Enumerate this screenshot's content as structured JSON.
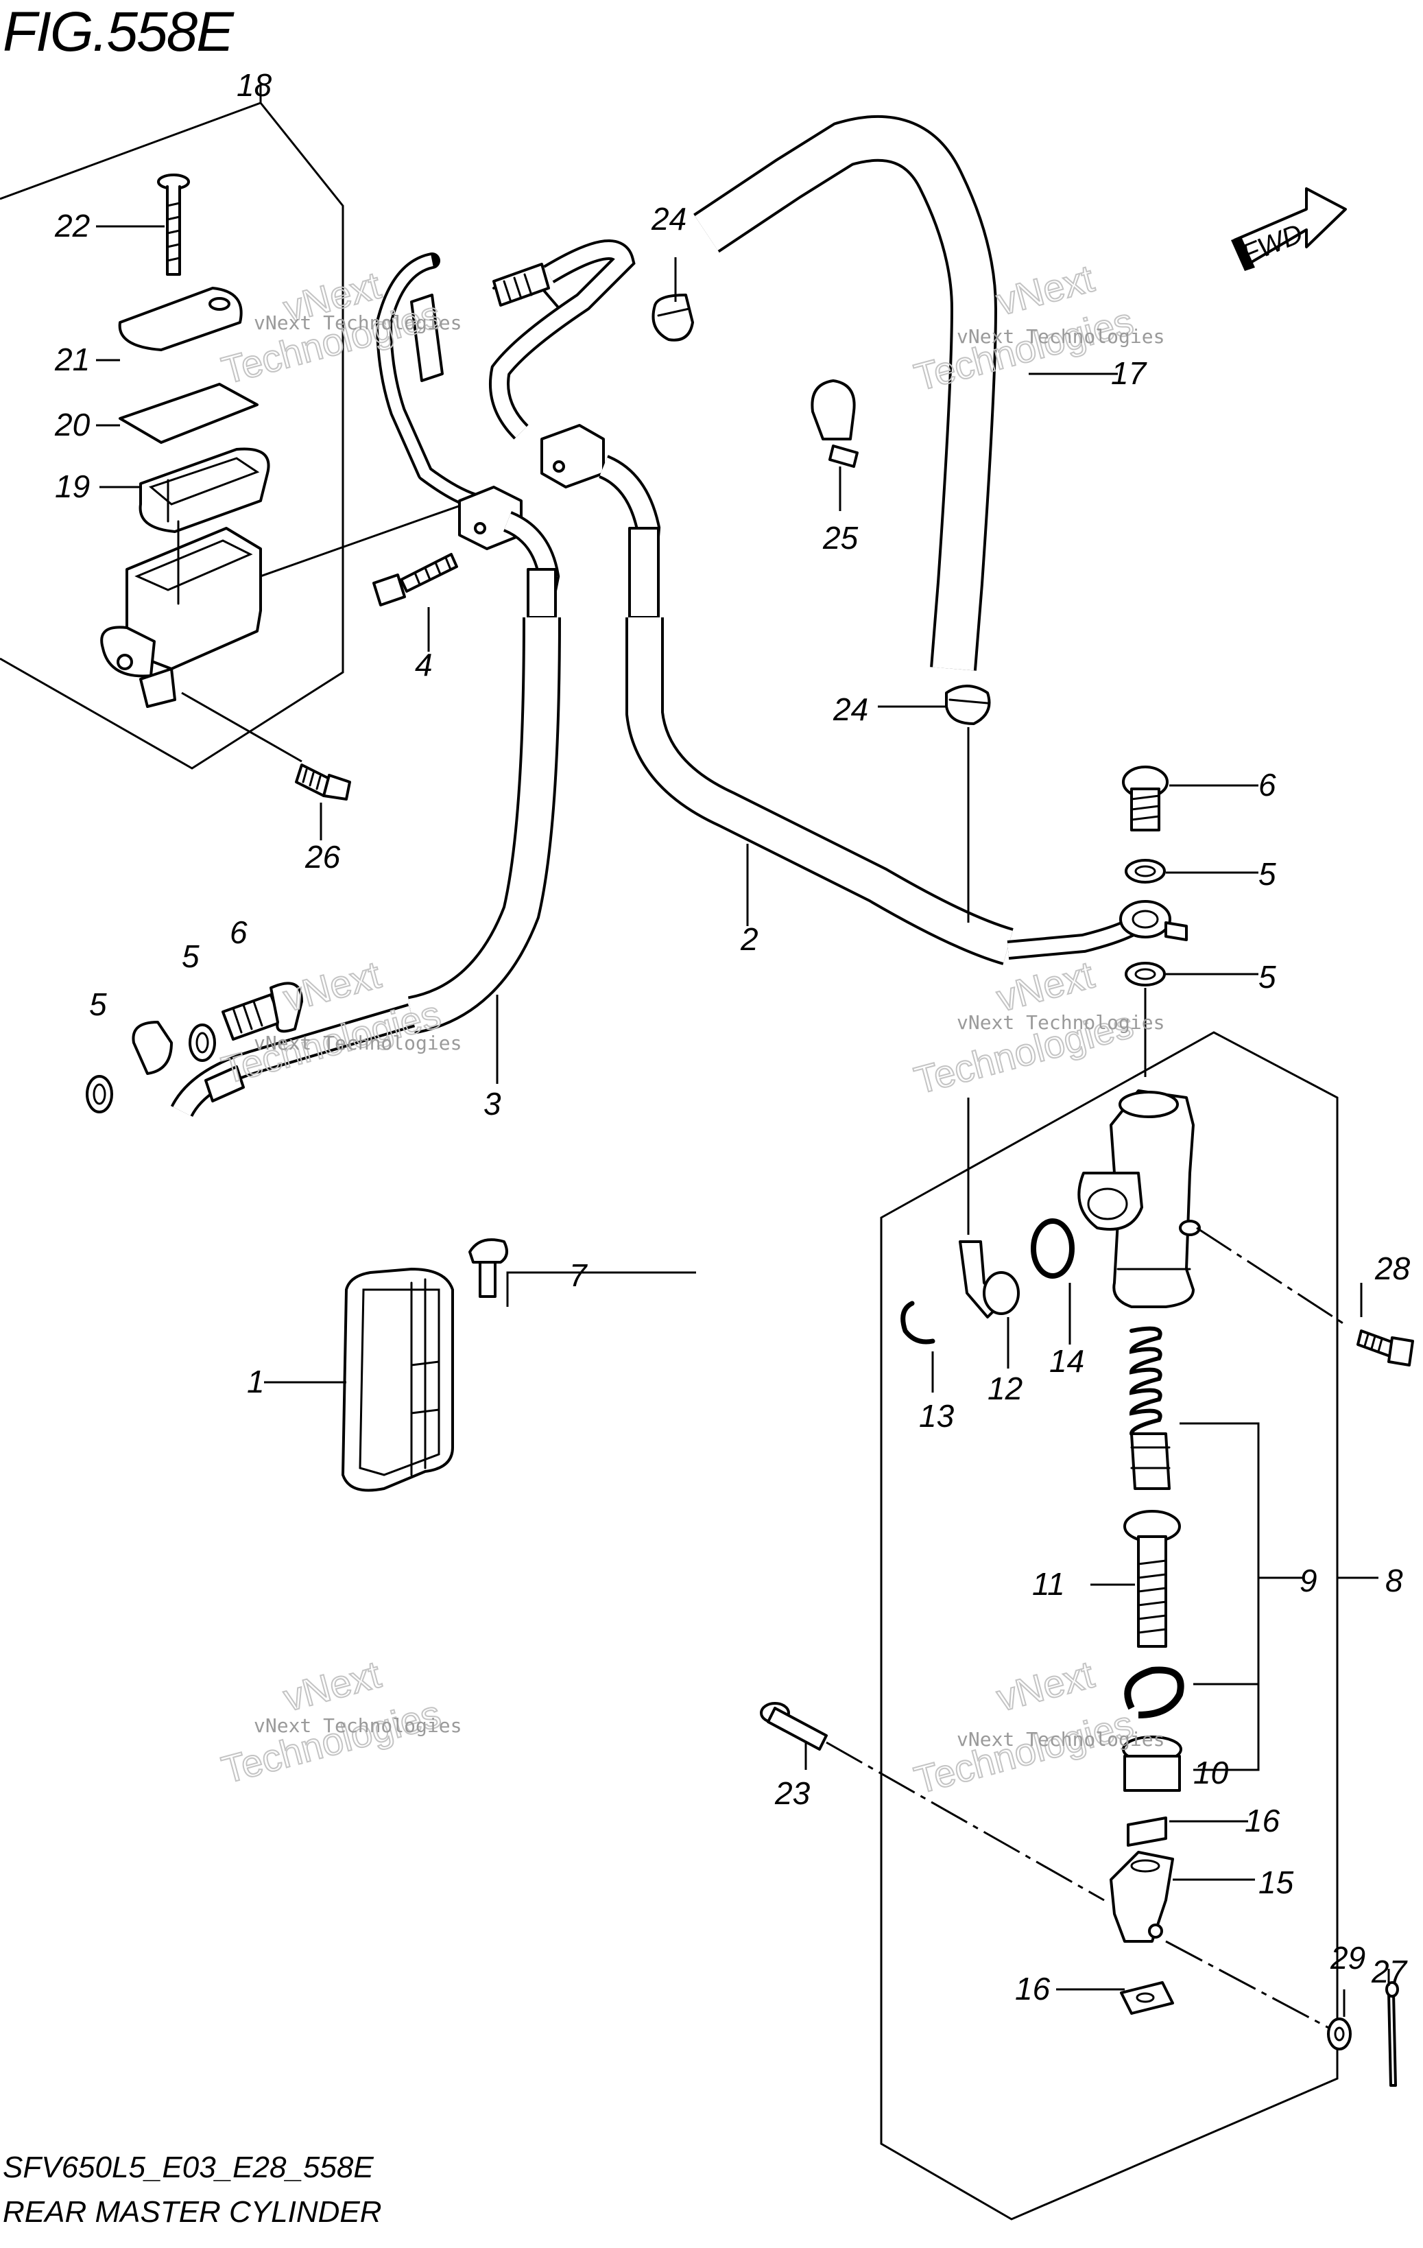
{
  "figure": {
    "title": "FIG.558E",
    "code": "SFV650L5_E03_E28_558E",
    "name": "REAR MASTER CYLINDER"
  },
  "fwd_label": "FWD",
  "watermark": {
    "line": "vNext Technologies",
    "big": "Technologies",
    "small": "vNext"
  },
  "callouts": {
    "n1": "1",
    "n2": "2",
    "n3": "3",
    "n4": "4",
    "n5a": "5",
    "n5b": "5",
    "n5c": "5",
    "n5d": "5",
    "n6a": "6",
    "n6b": "6",
    "n7": "7",
    "n8": "8",
    "n9": "9",
    "n10": "10",
    "n11": "11",
    "n12": "12",
    "n13": "13",
    "n14": "14",
    "n15": "15",
    "n16a": "16",
    "n16b": "16",
    "n17": "17",
    "n18": "18",
    "n19": "19",
    "n20": "20",
    "n21": "21",
    "n22": "22",
    "n23": "23",
    "n24a": "24",
    "n24b": "24",
    "n25": "25",
    "n26": "26",
    "n27": "27",
    "n28": "28",
    "n29": "29"
  }
}
